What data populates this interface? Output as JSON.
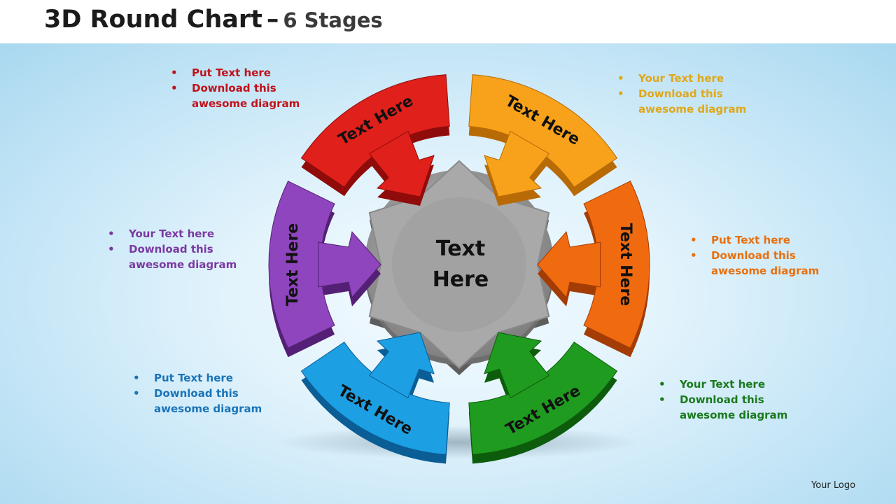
{
  "header": {
    "title": "3D Round Chart",
    "separator": "–",
    "subtitle": "6 Stages"
  },
  "center": {
    "line1": "Text",
    "line2": "Here"
  },
  "segments": [
    {
      "id": "red",
      "label": "Text Here",
      "color": "#e0201b",
      "dark": "#8f0c0a"
    },
    {
      "id": "orange-yellow",
      "label": "Text Here",
      "color": "#f7a21a",
      "dark": "#b86a06"
    },
    {
      "id": "orange",
      "label": "Text Here",
      "color": "#f06a10",
      "dark": "#a33c05"
    },
    {
      "id": "green",
      "label": "Text Here",
      "color": "#1f9b1f",
      "dark": "#0c5c0c"
    },
    {
      "id": "blue",
      "label": "Text Here",
      "color": "#1c9fe3",
      "dark": "#0b5d95"
    },
    {
      "id": "purple",
      "label": "Text Here",
      "color": "#8e45bd",
      "dark": "#542075"
    }
  ],
  "callouts": {
    "top_left": {
      "color": "#c0121b",
      "items": [
        "Put Text here",
        "Download this awesome diagram"
      ]
    },
    "top_right": {
      "color": "#e0a81a",
      "items": [
        "Your Text here",
        "Download this awesome diagram"
      ]
    },
    "mid_left": {
      "color": "#7a3aa0",
      "items": [
        "Your Text here",
        "Download this awesome diagram"
      ]
    },
    "mid_right": {
      "color": "#e8700e",
      "items": [
        "Put Text here",
        "Download this awesome diagram"
      ]
    },
    "bottom_left": {
      "color": "#1a74b8",
      "items": [
        "Put Text here",
        "Download this awesome diagram"
      ]
    },
    "bottom_right": {
      "color": "#1b7a1e",
      "items": [
        "Your Text here",
        "Download this awesome diagram"
      ]
    }
  },
  "footer": {
    "logo": "Your Logo"
  }
}
